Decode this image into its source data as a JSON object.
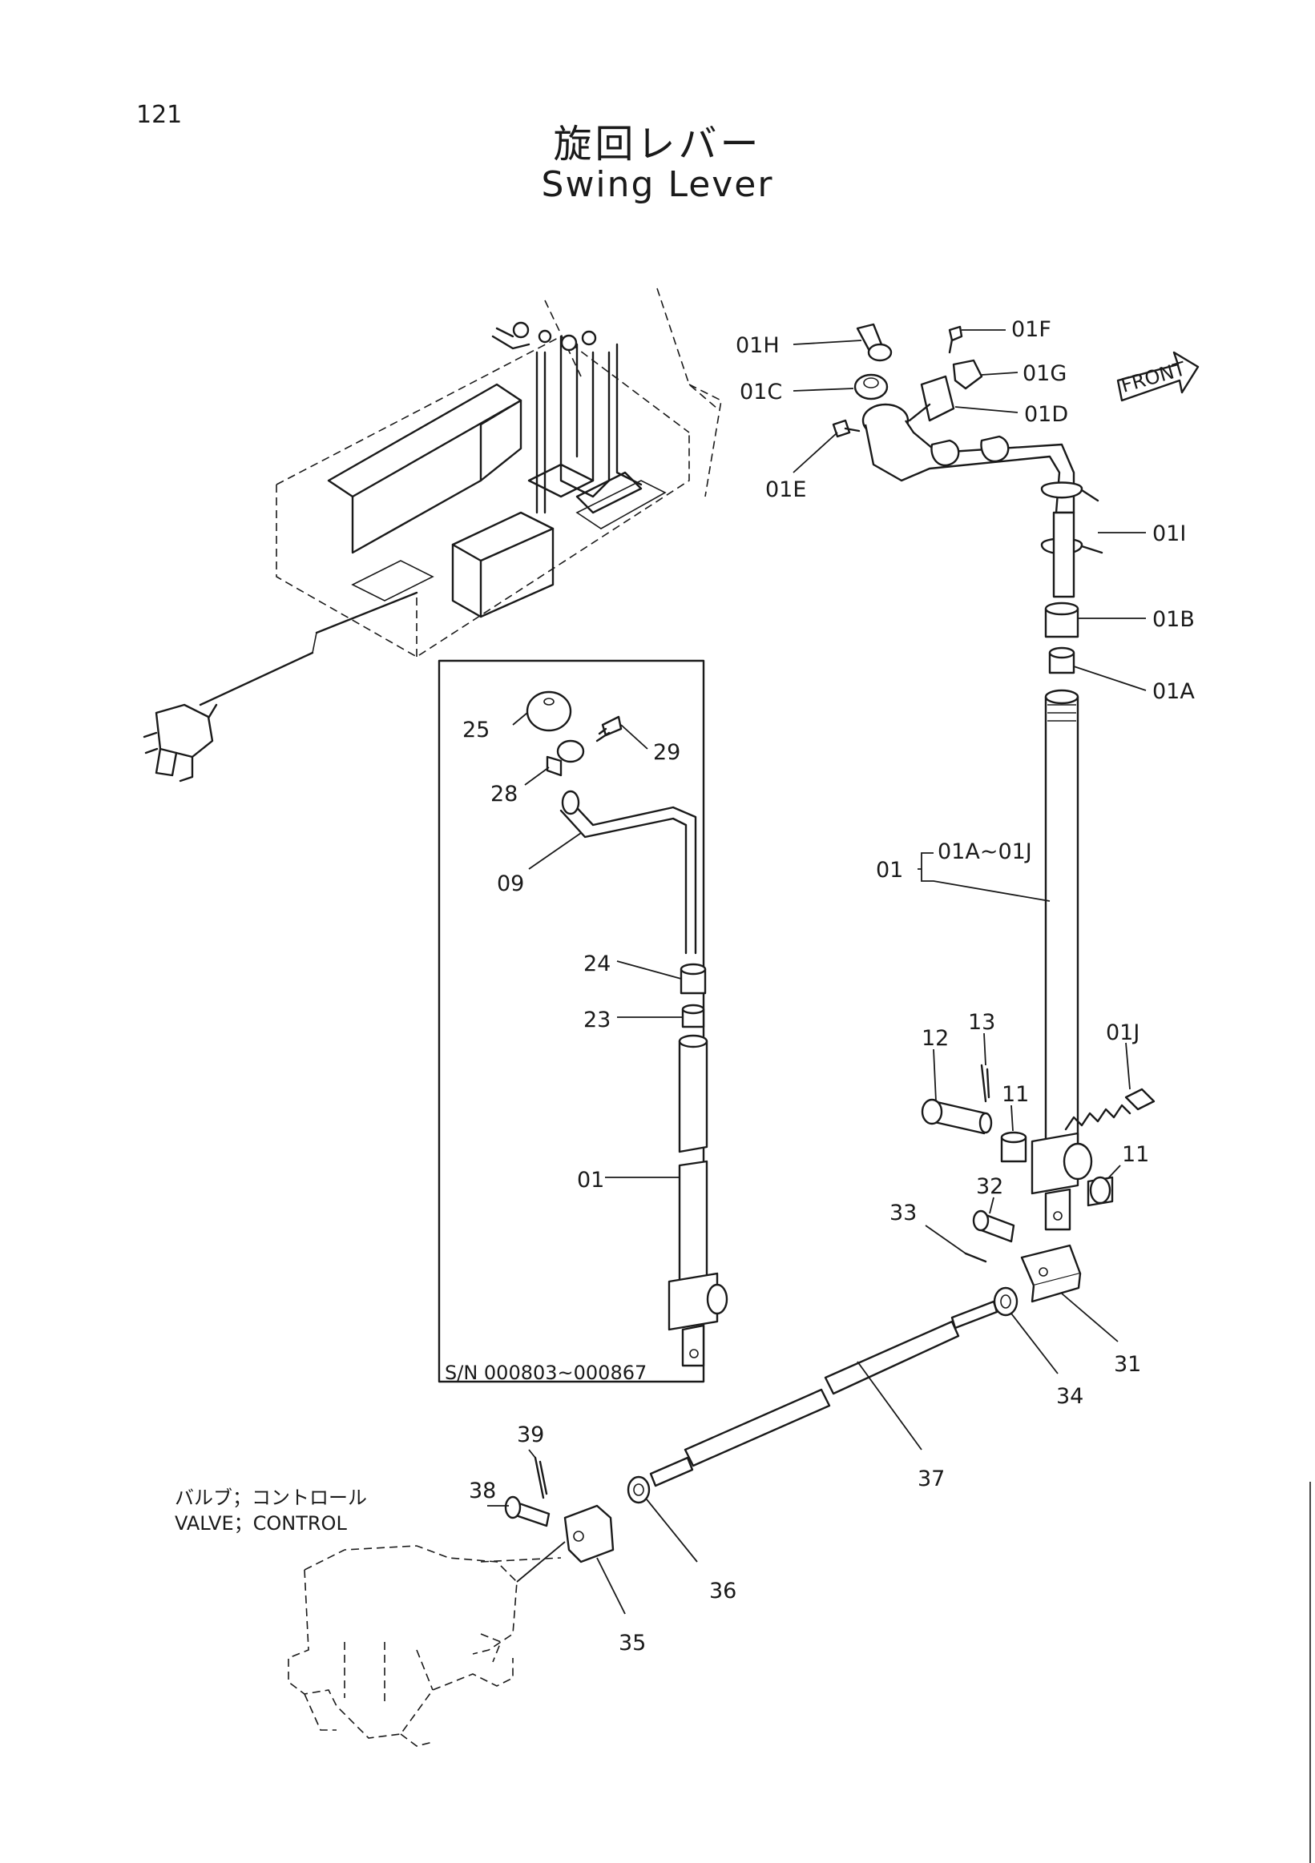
{
  "page_number": "121",
  "title_jp": "旋回レバー",
  "title_en": "Swing Lever",
  "front_arrow_label": "FRONT",
  "serial_range": "S/N  000803~000867",
  "valve_label_jp": "バルブ；コントロール",
  "valve_label_en": "VALVE；CONTROL",
  "labels": {
    "p01H": "01H",
    "p01F": "01F",
    "p01G": "01G",
    "p01C": "01C",
    "p01D": "01D",
    "p01E": "01E",
    "p01I": "01I",
    "p01B": "01B",
    "p01A": "01A",
    "p01": "01",
    "p01range": "01A~01J",
    "p01J": "01J",
    "p12": "12",
    "p13": "13",
    "p11a": "11",
    "p11b": "11",
    "p32": "32",
    "p33": "33",
    "p31": "31",
    "p34": "34",
    "p37": "37",
    "p36": "36",
    "p35": "35",
    "p38": "38",
    "p39": "39",
    "i25": "25",
    "i29": "29",
    "i28": "28",
    "i09": "09",
    "i24": "24",
    "i23": "23",
    "i01": "01"
  }
}
